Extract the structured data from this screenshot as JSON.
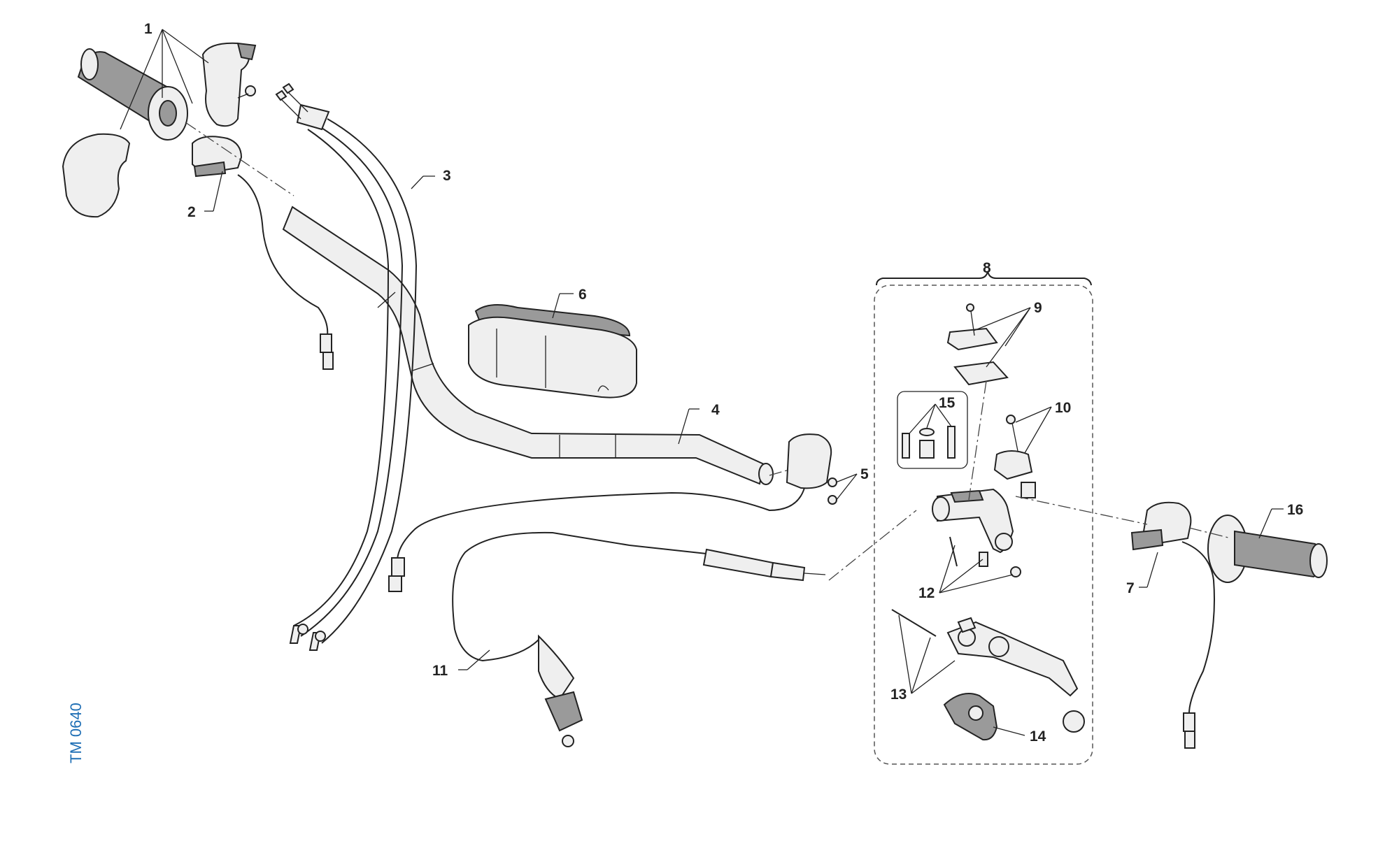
{
  "drawing_code": "TM 0640",
  "callouts": [
    "1",
    "2",
    "3",
    "4",
    "5",
    "6",
    "7",
    "8",
    "9",
    "10",
    "11",
    "12",
    "13",
    "14",
    "15",
    "16"
  ],
  "colors": {
    "ink": "#222222",
    "drawing_code": "#1f6fb5",
    "shading": "#9a9a9a"
  }
}
